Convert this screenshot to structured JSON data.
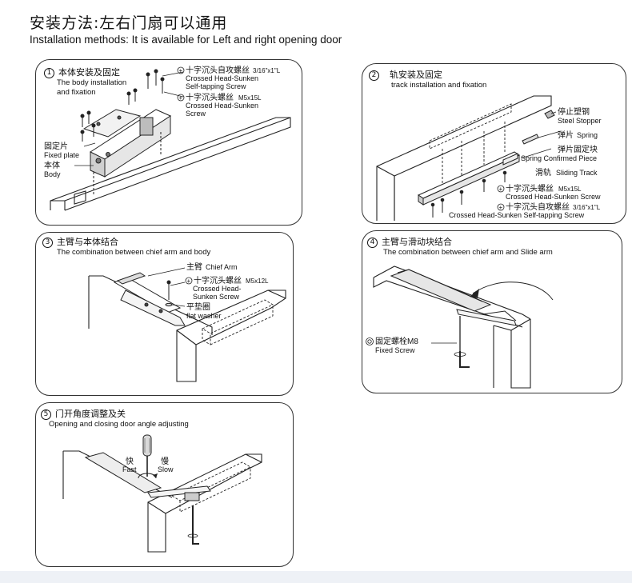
{
  "header": {
    "title_cn": "安装方法:左右门扇可以通用",
    "title_en": "Installation methods: It is available for Left and right opening door"
  },
  "panels": [
    {
      "num": "1",
      "title_cn": "本体安装及固定",
      "title_en": "The body installation and fixation",
      "labels": {
        "screw1_cn": "十字沉头自攻螺丝",
        "screw1_spec": "3/16\"x1\"L",
        "screw1_en_1": "Crossed Head-Sunken",
        "screw1_en_2": "Self-tapping Screw",
        "screw2_cn": "十字沉头螺丝",
        "screw2_spec": "M5x15L",
        "screw2_en_1": "Crossed Head-Sunken",
        "screw2_en_2": "Screw",
        "plate_cn": "固定片",
        "plate_en": "Fixed plate",
        "body_cn": "本体",
        "body_en": "Body"
      }
    },
    {
      "num": "2",
      "title_cn": "轨安装及固定",
      "title_en": "track installation and fixation",
      "labels": {
        "stopper_cn": "停止塑钢",
        "stopper_en": "Steel Stopper",
        "spring_cn": "弹片",
        "spring_en": "Spring",
        "piece_cn": "弹片固定块",
        "piece_en": "Spring Confirmed Piece",
        "track_cn": "滑轨",
        "track_en": "Sliding Track",
        "screw1_cn": "十字沉头螺丝",
        "screw1_spec": "M5x15L",
        "screw1_en": "Crossed Head-Sunken Screw",
        "screw2_cn": "十字沉头自攻螺丝",
        "screw2_spec": "3/16\"x1\"L",
        "screw2_en": "Crossed Head-Sunken Self-tapping Screw"
      }
    },
    {
      "num": "3",
      "title_cn": "主臂与本体结合",
      "title_en": "The combination between chief arm and body",
      "labels": {
        "arm_cn": "主臂",
        "arm_en": "Chief Arm",
        "screw_cn": "十字沉头螺丝",
        "screw_spec": "M5x12L",
        "screw_en_1": "Crossed Head-",
        "screw_en_2": "Sunken Screw",
        "washer_cn": "平垫圈",
        "washer_en": "flat washer"
      }
    },
    {
      "num": "4",
      "title_cn": "主臂与滑动块结合",
      "title_en": "The combination between chief arm and Slide arm",
      "labels": {
        "bolt_cn": "固定螺栓M8",
        "bolt_en": "Fixed Screw"
      }
    },
    {
      "num": "5",
      "title_cn": "门开角度调整及关",
      "title_en": "Opening and closing door angle adjusting",
      "labels": {
        "fast_cn": "快",
        "fast_en": "Fast",
        "slow_cn": "慢",
        "slow_en": "Slow"
      }
    }
  ]
}
